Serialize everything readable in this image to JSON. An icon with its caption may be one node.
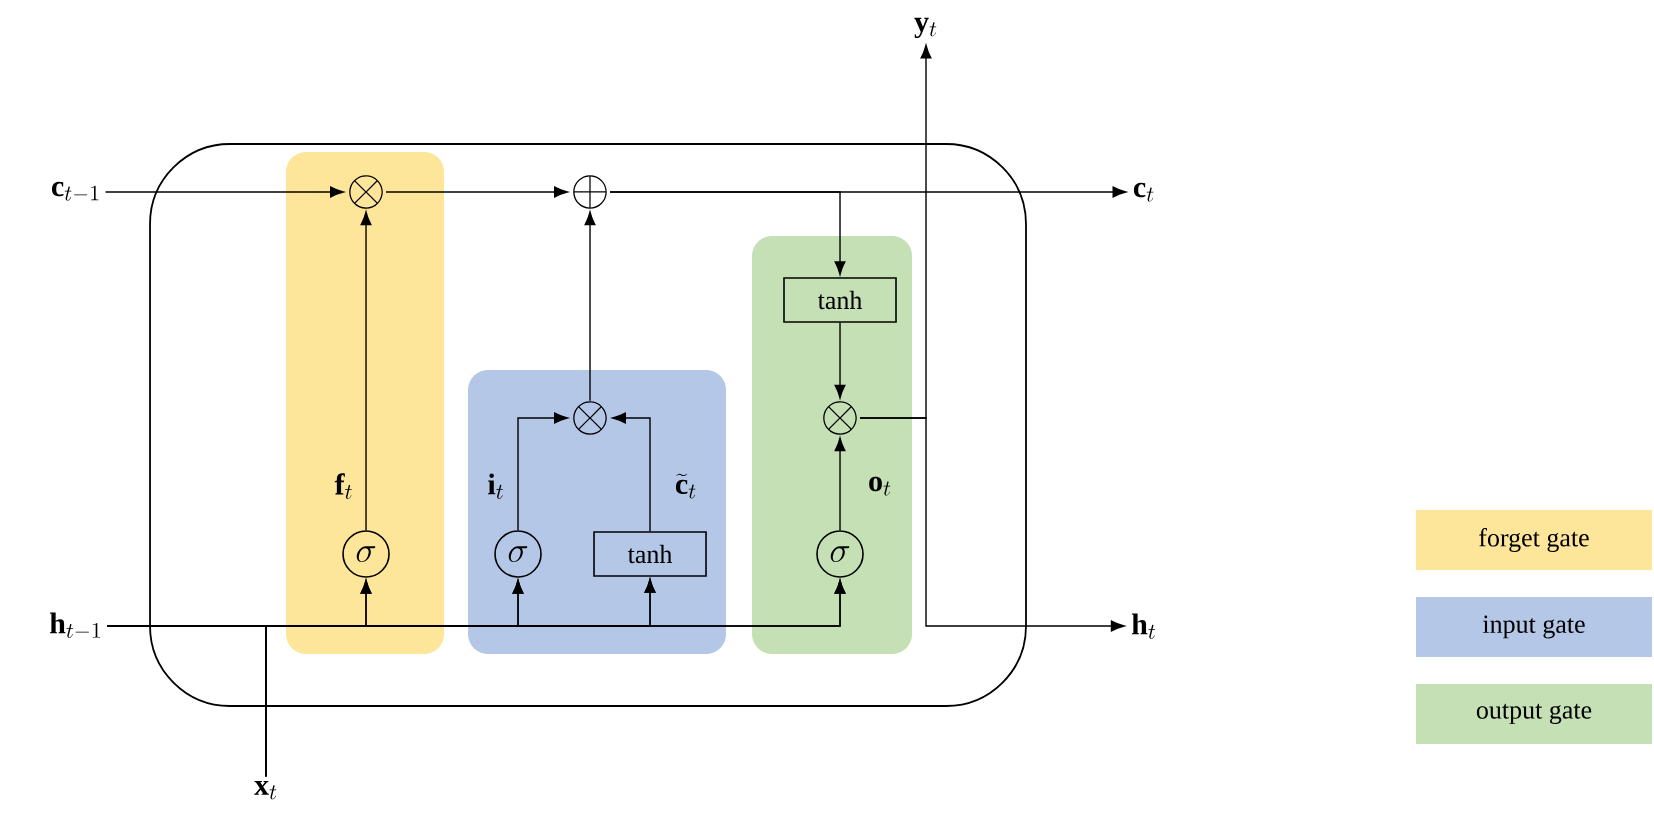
{
  "diagram": {
    "nodes": [
      {
        "text": [
          "\\mathbf{c}_{t-1}"
        ]
      },
      {
        "text": [
          "\\mathbf{h}_{t-1}"
        ]
      },
      {
        "text": [
          "\\mathbf{x}_{t}"
        ]
      },
      {
        "text": [
          "\\mathbf{y}_{t}"
        ]
      },
      {
        "text": [
          "\\mathbf{c}_{t}"
        ]
      },
      {
        "text": [
          "\\mathbf{h}_{t}"
        ]
      },
      {
        "text": [],
        "shape": "box"
      },
      {
        "text": [
          "\\otimes"
        ],
        "in": 6
      },
      {
        "text": [
          "\\sigma"
        ],
        "in": 6
      },
      {
        "text": [
          "\\oplus"
        ]
      },
      {
        "text": [],
        "shape": "box"
      },
      {
        "text": [
          "\\otimes"
        ],
        "in": 10
      },
      {
        "text": [
          "\\sigma"
        ],
        "in": 10
      },
      {
        "text": [
          "tanh"
        ],
        "in": 10
      },
      {
        "text": [],
        "shape": "box"
      },
      {
        "text": [
          "tanh"
        ],
        "in": 14
      },
      {
        "text": [
          "\\otimes"
        ],
        "in": 14
      },
      {
        "text": [
          "\\sigma"
        ],
        "in": 14
      }
    ],
    "edges": [
      {
        "from": 0,
        "to": 7,
        "arrow": "to"
      },
      {
        "from": 7,
        "to": 9,
        "arrow": "to"
      },
      {
        "from": 9,
        "to": 4,
        "arrow": "to"
      },
      {
        "from": 9,
        "to": 15,
        "arrow": "to"
      },
      {
        "from": 1,
        "to": 8,
        "arrow": "to"
      },
      {
        "from": 1,
        "to": 12,
        "arrow": "to"
      },
      {
        "from": 1,
        "to": 13,
        "arrow": "to"
      },
      {
        "from": 1,
        "to": 17,
        "arrow": "to"
      },
      {
        "from": 2,
        "to": 8,
        "arrow": "to"
      },
      {
        "from": 2,
        "to": 12,
        "arrow": "to"
      },
      {
        "from": 2,
        "to": 13,
        "arrow": "to"
      },
      {
        "from": 2,
        "to": 17,
        "arrow": "to"
      },
      {
        "from": 8,
        "to": 7,
        "arrow": "to",
        "label": "\\mathbf{f}_{t}"
      },
      {
        "from": 12,
        "to": 11,
        "arrow": "to",
        "label": "\\mathbf{i}_{t}"
      },
      {
        "from": 13,
        "to": 11,
        "arrow": "to",
        "label": "\\widetilde{\\mathbf{c}}_{t}"
      },
      {
        "from": 11,
        "to": 9,
        "arrow": "to"
      },
      {
        "from": 15,
        "to": 16,
        "arrow": "to"
      },
      {
        "from": 17,
        "to": 16,
        "arrow": "to",
        "label": "\\mathbf{o}_{t}"
      },
      {
        "from": 16,
        "to": 3,
        "arrow": "to"
      },
      {
        "from": 16,
        "to": 5,
        "arrow": "to"
      }
    ],
    "legend": [
      {
        "text": "forget gate",
        "color": "#fde59a"
      },
      {
        "text": "input gate",
        "color": "#b4c7e7"
      },
      {
        "text": "output gate",
        "color": "#c5e0b4"
      }
    ]
  }
}
